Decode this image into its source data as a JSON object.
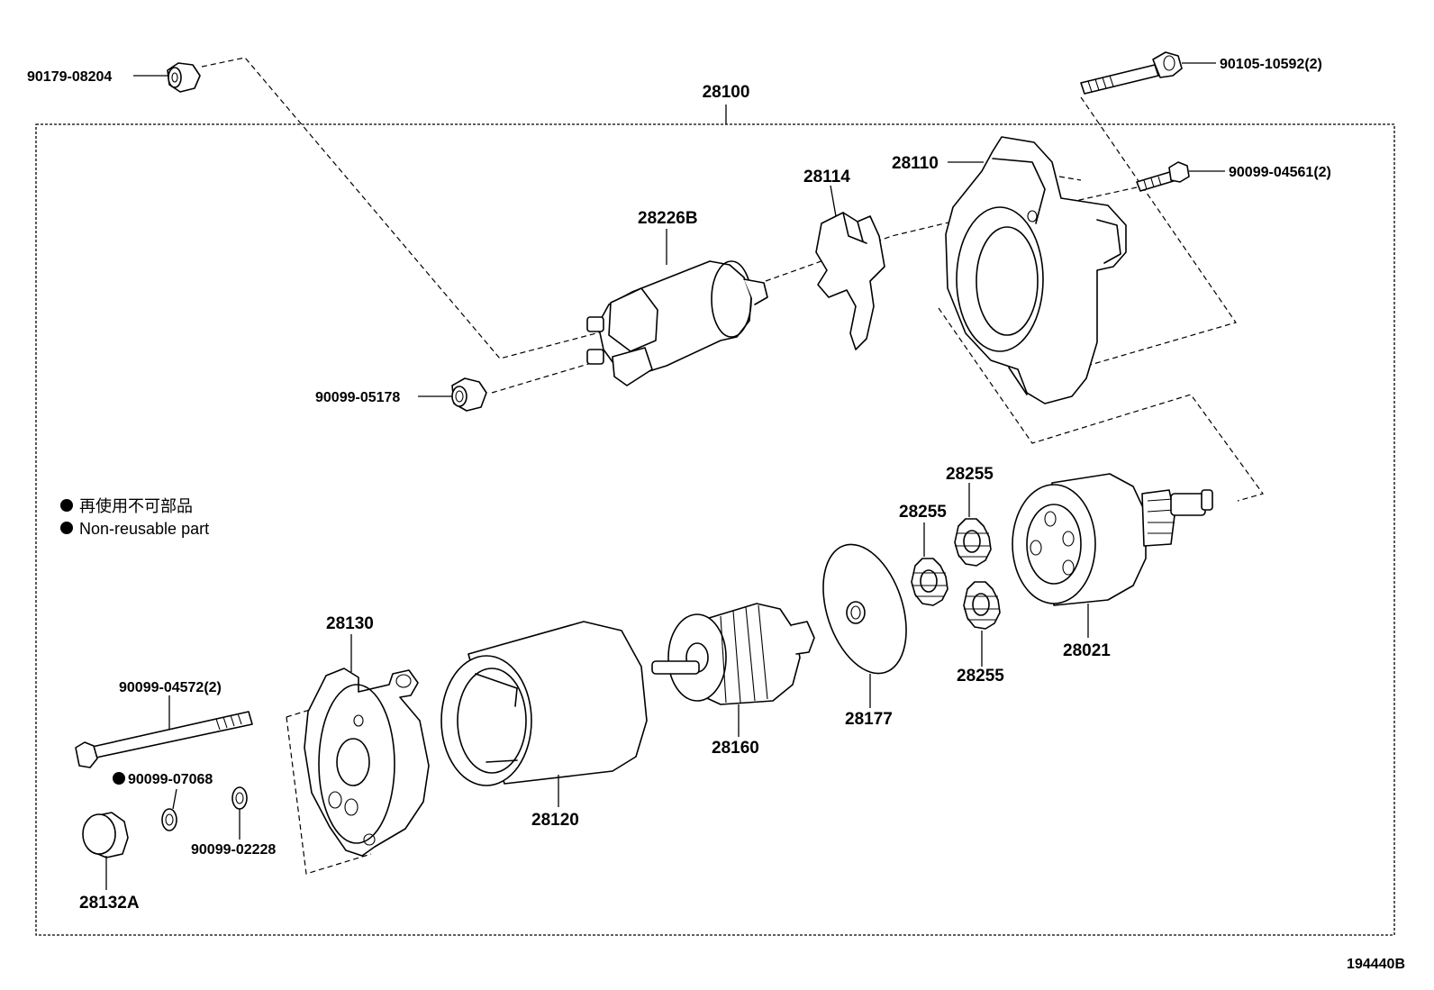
{
  "assembly": {
    "number": "28100"
  },
  "legend": {
    "line_ja": "再使用不可部品",
    "line_en": "Non-reusable part"
  },
  "figure_id": "194440B",
  "parts": {
    "nut_top": "90179-08204",
    "bolt_top": "90105-10592(2)",
    "screw_right": "90099-04561(2)",
    "housing": "28110",
    "lever": "28114",
    "solenoid": "28226B",
    "nut_solenoid": "90099-05178",
    "gear_a": "28255",
    "gear_b": "28255",
    "gear_c": "28255",
    "clutch": "28021",
    "plate": "28177",
    "armature": "28160",
    "yoke": "28120",
    "end_frame": "28130",
    "through_bolt": "90099-04572(2)",
    "washer_nonreusable": "90099-07068",
    "washer": "90099-02228",
    "cap": "28132A"
  }
}
